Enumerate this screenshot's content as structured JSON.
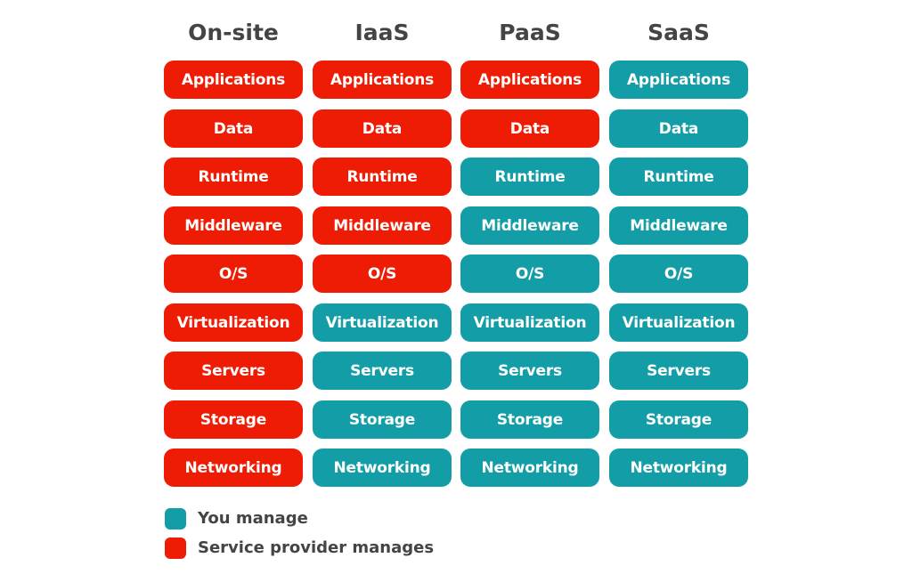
{
  "colors": {
    "you_manage": "#139ea7",
    "provider_manages": "#ee1c04"
  },
  "columns": [
    {
      "title": "On-site",
      "provider_from_row": 9
    },
    {
      "title": "IaaS",
      "provider_from_row": 5
    },
    {
      "title": "PaaS",
      "provider_from_row": 2
    },
    {
      "title": "SaaS",
      "provider_from_row": 0
    }
  ],
  "layers": [
    "Applications",
    "Data",
    "Runtime",
    "Middleware",
    "O/S",
    "Virtualization",
    "Servers",
    "Storage",
    "Networking"
  ],
  "legend": {
    "you_manage": "You manage",
    "provider_manages": "Service provider manages"
  }
}
